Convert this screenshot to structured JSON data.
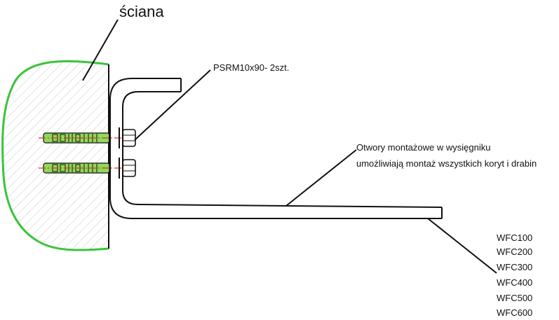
{
  "labels": {
    "wall": "ściana",
    "anchor": "PSRM10x90- 2szt.",
    "holes_line1": "Otwory montażowe w wysięgniku",
    "holes_line2": "umożliwiają montaż wszystkich koryt i drabin"
  },
  "models": [
    "WFC100",
    "WFC200",
    "WFC300",
    "WFC400",
    "WFC500",
    "WFC600"
  ],
  "colors": {
    "wall_outline": "#3cc33c",
    "anchor_fill": "#8ed95a",
    "axis": "#e03030",
    "line": "#111111"
  }
}
